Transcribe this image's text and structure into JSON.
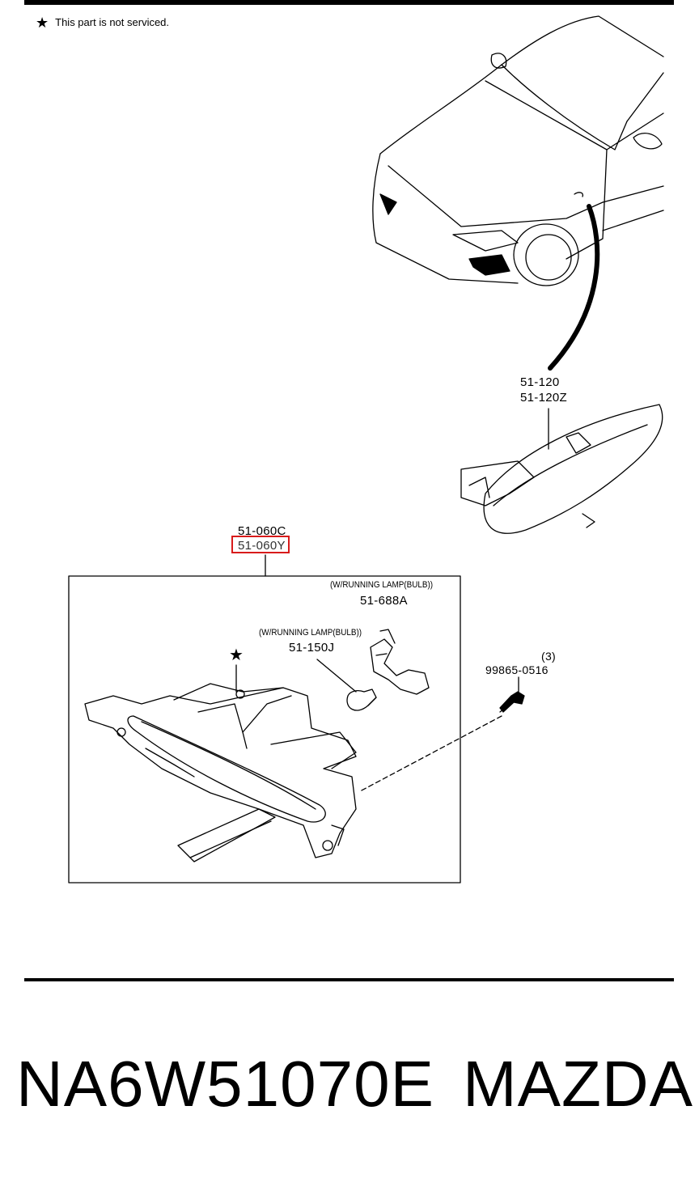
{
  "note": {
    "star": "★",
    "text": "This part is not serviced."
  },
  "callouts": {
    "side_marker": [
      "51-120",
      "51-120Z"
    ],
    "front_lamp": [
      "51-060C",
      "51-060Y"
    ],
    "socket_note": "(W/RUNNING LAMP(BULB))",
    "socket": "51-688A",
    "bulb_note": "(W/RUNNING LAMP(BULB))",
    "bulb": "51-150J",
    "screw_qty": "(3)",
    "screw": "99865-0516",
    "not_serviced_star": "★"
  },
  "footer": {
    "part_number": "NA6W51070E",
    "brand": "MAZDA"
  }
}
